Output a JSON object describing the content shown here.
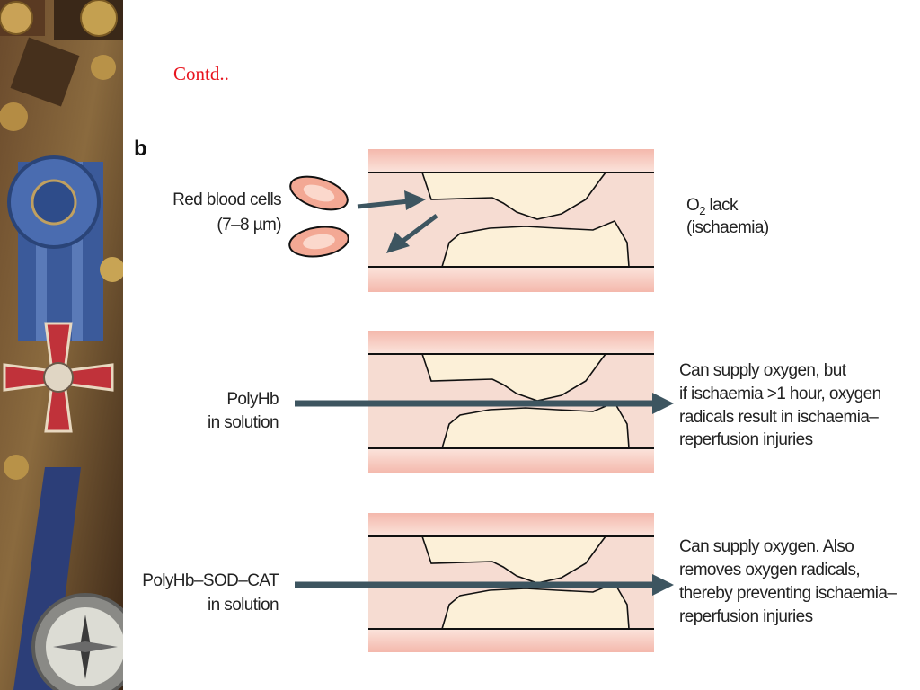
{
  "slide": {
    "heading": "Contd..",
    "heading_color": "#e8141e",
    "side_image": "collage-of-medal-compass-and-buttons"
  },
  "figure": {
    "panel_letter": "b",
    "rbc_label": {
      "line1": "Red blood cells",
      "line2": "(7–8 µm)"
    },
    "o2_label": {
      "o": "O",
      "sub": "2",
      "rest": " lack",
      "line2": "(ischaemia)"
    },
    "polyhb_label": {
      "line1": "PolyHb",
      "line2": "in solution"
    },
    "polyhb_result": [
      "Can supply oxygen, but",
      "if ischaemia >1 hour, oxygen",
      "radicals result in ischaemia–",
      "reperfusion injuries"
    ],
    "sodcat_label": {
      "line1": "PolyHb–SOD–CAT",
      "line2": "in solution"
    },
    "sodcat_result": [
      "Can supply oxygen. Also",
      "removes oxygen radicals,",
      "thereby preventing ischaemia–",
      "reperfusion injuries"
    ],
    "colors": {
      "vessel_wall": "#f0b4a8",
      "vessel_lumen": "#f6dcd2",
      "plaque": "#fcf0d8",
      "rbc_fill": "#f3a894",
      "rbc_core": "#fbd8cc",
      "arrow": "#3d5560"
    }
  }
}
